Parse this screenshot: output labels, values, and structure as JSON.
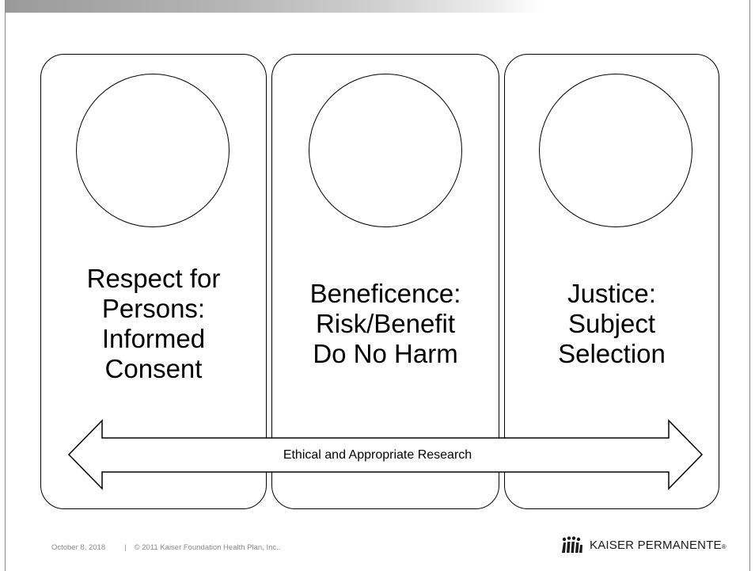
{
  "panels": [
    {
      "label": "Respect for\nPersons:\nInformed\nConsent"
    },
    {
      "label": "Beneficence:\nRisk/Benefit\nDo No Harm"
    },
    {
      "label": "Justice:\nSubject\nSelection"
    }
  ],
  "arrow": {
    "label": "Ethical and Appropriate Research"
  },
  "footer": {
    "date": "October 8, 2018",
    "separator": "|",
    "copyright": "© 2011 Kaiser Foundation Health Plan, Inc.."
  },
  "logo": {
    "text": "KAISER PERMANENTE",
    "mark": "®"
  }
}
